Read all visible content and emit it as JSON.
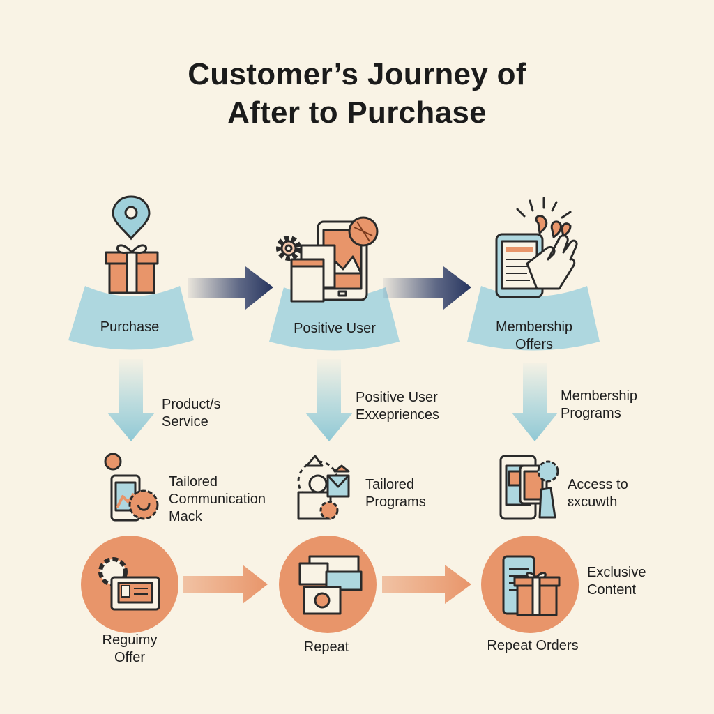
{
  "title": {
    "line1": "Customer’s Journey of",
    "line2": "After to Purchase"
  },
  "stages": [
    {
      "label": "Purchase"
    },
    {
      "label": "Positive User"
    },
    {
      "label_lines": [
        "Membership",
        "Offers"
      ]
    }
  ],
  "arrow_labels": [
    {
      "lines": [
        "Product/s",
        "Service"
      ]
    },
    {
      "lines": [
        "Positive User",
        "Exxepriences"
      ]
    },
    {
      "lines": [
        "Membership",
        "Programs"
      ]
    }
  ],
  "middle_items": [
    {
      "lines": [
        "Tailored",
        "Communication",
        "Mack"
      ]
    },
    {
      "lines": [
        "Tailored",
        "Programs"
      ]
    },
    {
      "lines": [
        "Access to",
        "ɛxcuwth"
      ]
    }
  ],
  "bottom_items": [
    {
      "lines": [
        "Reguimy",
        "Offer"
      ]
    },
    {
      "label": "Repeat"
    },
    {
      "label": "Repeat Orders"
    }
  ],
  "side_note": {
    "lines": [
      "Exclusive",
      "Content"
    ]
  },
  "colors": {
    "background": "#f9f3e5",
    "teal": "#aed7df",
    "navy": "#2b3a66",
    "orange": "#e8956a",
    "outline": "#2a2a2a"
  }
}
